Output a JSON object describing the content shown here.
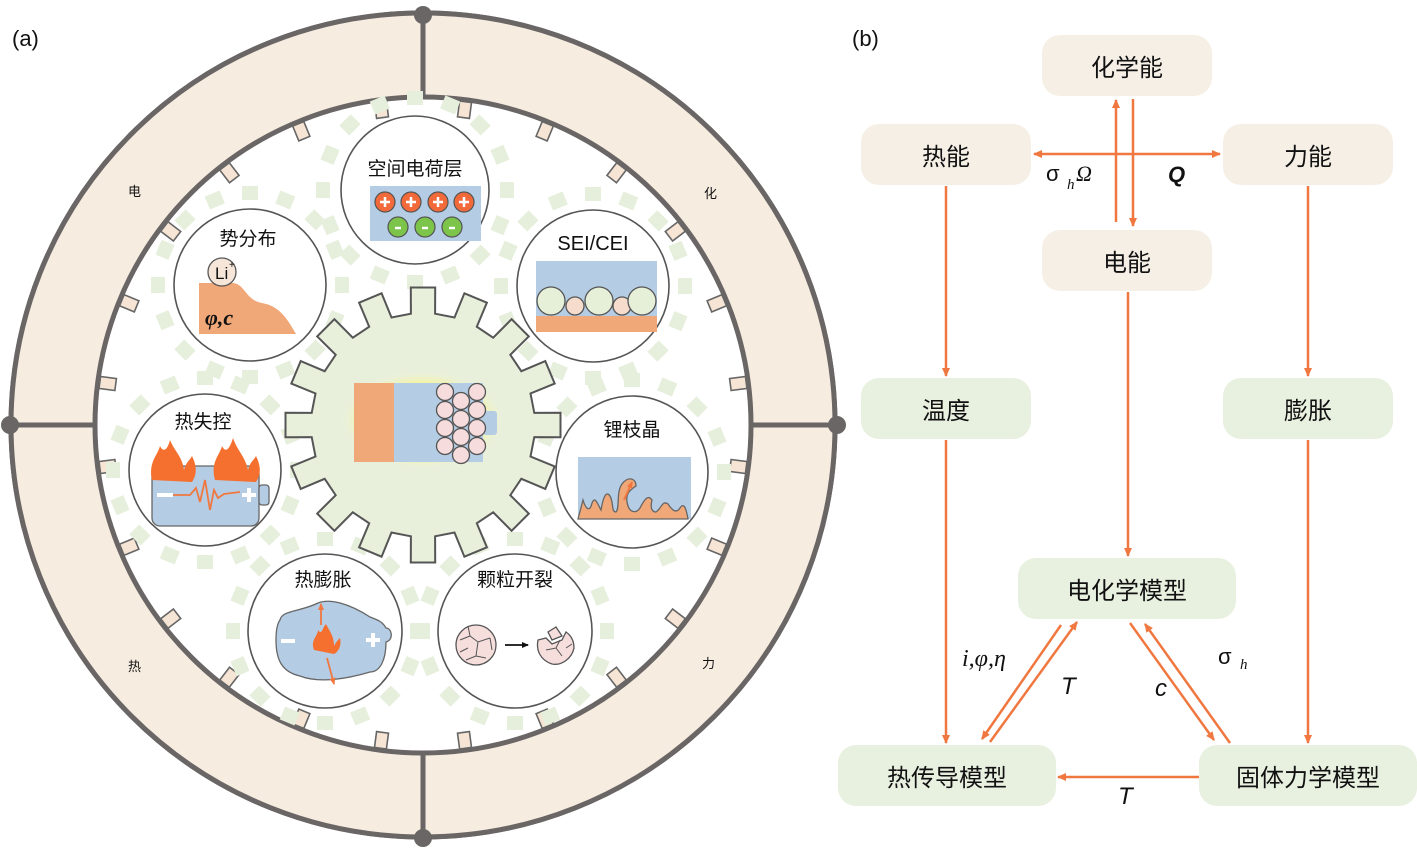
{
  "panel_a": {
    "label": "(a)",
    "ring_labels": {
      "top_left": "电",
      "top_right": "化",
      "bottom_left": "热",
      "bottom_right": "力"
    },
    "center_icon": "battery-icon",
    "satellites": [
      {
        "id": "space-charge",
        "title": "空间电荷层",
        "icon": "charge-layer-icon",
        "plus": "+",
        "minus": "-"
      },
      {
        "id": "sei-cei",
        "title": "SEI/CEI",
        "icon": "interphase-layer-icon"
      },
      {
        "id": "potential",
        "title": "势分布",
        "icon": "potential-distribution-icon",
        "ion": "Li",
        "ion_charge": "+",
        "symbols": "φ,c"
      },
      {
        "id": "dendrite",
        "title": "锂枝晶",
        "icon": "dendrite-icon"
      },
      {
        "id": "thermal-runaway",
        "title": "热失控",
        "icon": "battery-fire-icon"
      },
      {
        "id": "thermal-expansion",
        "title": "热膨胀",
        "icon": "battery-swelling-icon"
      },
      {
        "id": "particle-cracking",
        "title": "颗粒开裂",
        "icon": "particle-crack-icon"
      }
    ]
  },
  "panel_b": {
    "label": "(b)",
    "nodes": {
      "chemical_energy": "化学能",
      "thermal_energy": "热能",
      "mechanical_energy": "力能",
      "electrical_energy": "电能",
      "temperature": "温度",
      "expansion": "膨胀",
      "electrochem_model": "电化学模型",
      "heat_model": "热传导模型",
      "solid_mech_model": "固体力学模型"
    },
    "edge_labels": {
      "sigma_omega_main": "σ",
      "sigma_omega_sub": "h",
      "sigma_omega_tail": "Ω",
      "q": "Q",
      "i_phi_eta": "i,φ,η",
      "t_up": "T",
      "c": "c",
      "sigma_h_main": "σ",
      "sigma_h_sub": "h",
      "t_bottom": "T"
    },
    "colors": {
      "arrow": "#f07840",
      "energy_box": "#f6efe6",
      "model_box": "#e8f0e0"
    }
  }
}
